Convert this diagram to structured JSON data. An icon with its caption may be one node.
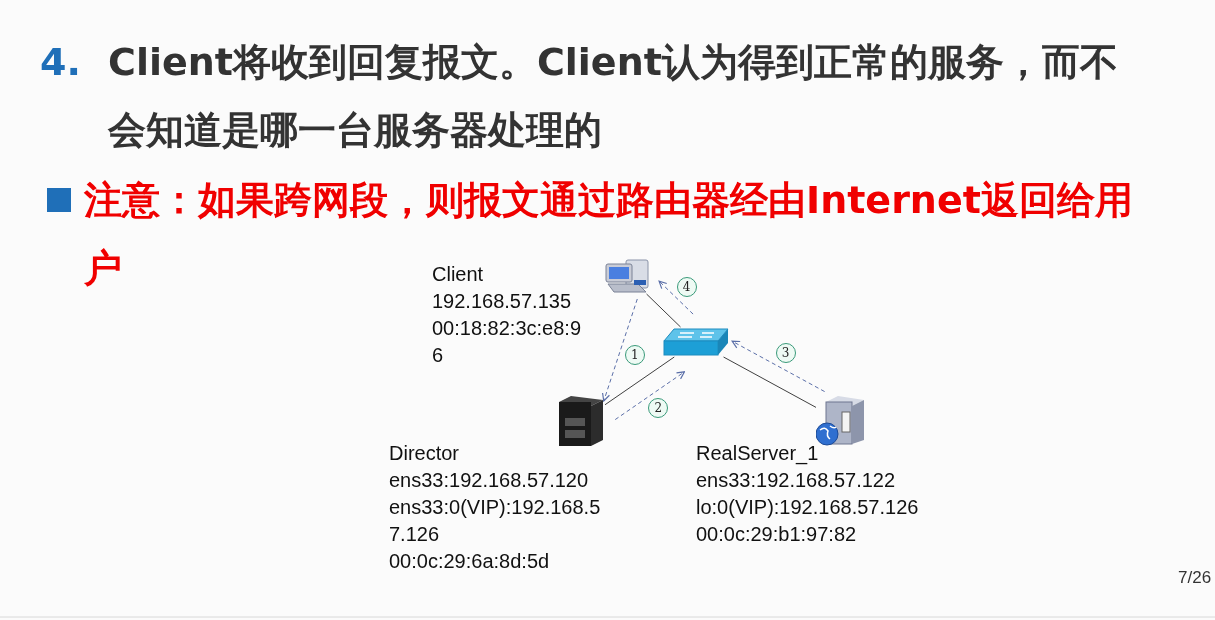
{
  "diagram": {
    "nodes": [
      {
        "text": [],
        "shape": "picture",
        "beside": [
          "Client",
          "192.168.57.135",
          "00:18:82:3c:e8:96"
        ]
      },
      {
        "text": [],
        "shape": "picture"
      },
      {
        "text": [],
        "shape": "picture",
        "beside": [
          "Director",
          "ens33:192.168.57.120",
          "ens33:0(VIP):192.168.57.126",
          "00:0c:29:6a:8d:5d"
        ]
      },
      {
        "text": [],
        "shape": "picture",
        "beside": [
          "RealServer_1",
          "ens33:192.168.57.122",
          "lo:0(VIP):192.168.57.126",
          "00:0c:29:b1:97:82"
        ]
      }
    ],
    "edges": [
      {
        "from": 0,
        "to": 1,
        "arrow": "none",
        "color": "#404040"
      },
      {
        "from": 1,
        "to": 2,
        "arrow": "none",
        "color": "#404040"
      },
      {
        "from": 1,
        "to": 3,
        "arrow": "none",
        "color": "#404040"
      },
      {
        "from": 0,
        "to": 2,
        "arrow": "to",
        "style": "dashed",
        "color": "#5b6fa8",
        "label": "1"
      },
      {
        "from": 2,
        "to": 1,
        "arrow": "to",
        "style": "dashed",
        "color": "#5b6fa8",
        "label": "2"
      },
      {
        "from": 3,
        "to": 1,
        "arrow": "to",
        "style": "dashed",
        "color": "#5b6fa8",
        "label": "3"
      },
      {
        "from": 1,
        "to": 0,
        "arrow": "to",
        "style": "dashed",
        "color": "#5b6fa8",
        "label": "4"
      }
    ],
    "labels": [
      "4.",
      "Client将收到回复报文。Client认为得到正常的服务，而不会知道是哪一台服务器处理的",
      "注意：如果跨网段，则报文通过路由器经由Internet返回给用户",
      "7/26"
    ]
  }
}
